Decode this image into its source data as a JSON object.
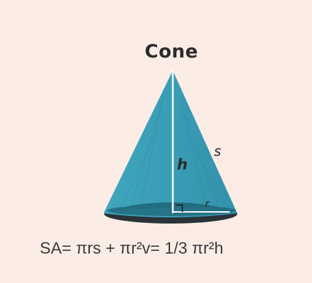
{
  "title": "Cone",
  "labels": {
    "height": "h",
    "slant": "s",
    "radius": "r"
  },
  "formulas": {
    "surface_area": "SA= πrs + πr²",
    "volume": "v= 1/3 πr²h"
  },
  "colors": {
    "background": "#fbede6",
    "cone_fill": "#3a9db5",
    "cone_shade": "#2b7e93",
    "base_dark": "#2a3338",
    "base_teal": "#1f6d80",
    "line": "#ffffff"
  }
}
